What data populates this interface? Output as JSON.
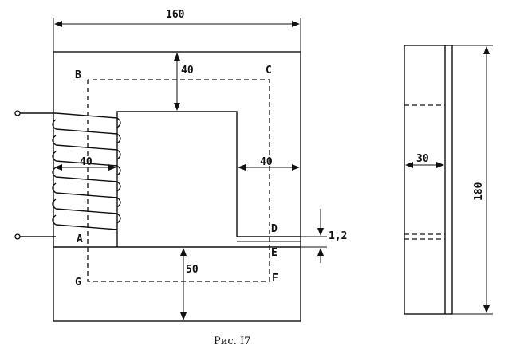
{
  "figure": {
    "caption": "Рис. I7",
    "front_view": {
      "width_dim": "160",
      "top_yoke_dim": "40",
      "right_leg_dim": "40",
      "left_leg_dim": "40",
      "bottom_yoke_dim": "50",
      "gap_dim": "1,2",
      "points": {
        "A": "A",
        "B": "B",
        "C": "C",
        "D": "D",
        "E": "E",
        "F": "F",
        "G": "G"
      }
    },
    "side_view": {
      "thickness_dim": "30",
      "height_dim": "180"
    }
  }
}
